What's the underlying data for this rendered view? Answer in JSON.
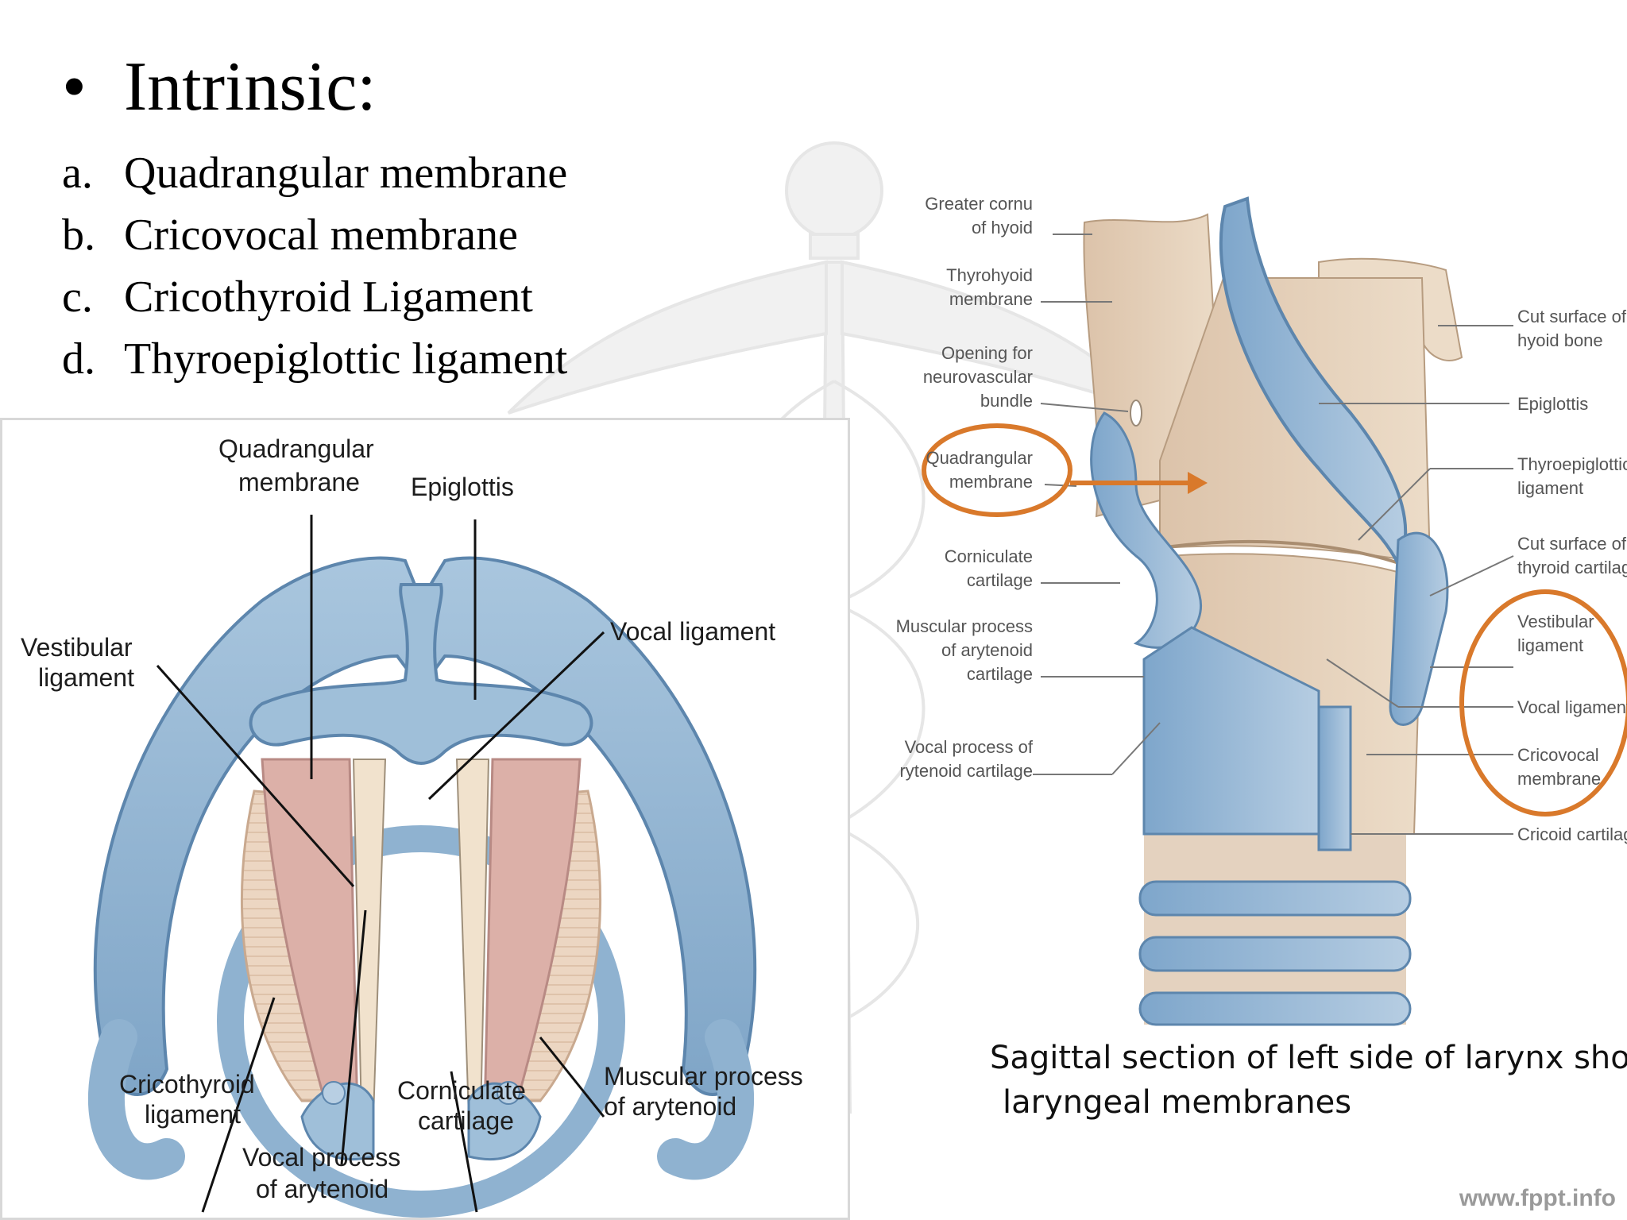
{
  "title": {
    "bullet": "•",
    "text": "Intrinsic:"
  },
  "list": [
    {
      "marker": "a.",
      "text": "Quadrangular membrane"
    },
    {
      "marker": "b.",
      "text": "Cricovocal membrane"
    },
    {
      "marker": "c.",
      "text": "Cricothyroid Ligament"
    },
    {
      "marker": "d.",
      "text": "Thyroepiglottic ligament"
    }
  ],
  "left_figure": {
    "labels": {
      "quadrangular_1": "Quadrangular",
      "quadrangular_2": "membrane",
      "epiglottis": "Epiglottis",
      "vocal_ligament": "Vocal ligament",
      "vestibular_1": "Vestibular",
      "vestibular_2": "ligament",
      "cricothyroid_1": "Cricothyroid",
      "cricothyroid_2": "ligament",
      "vocal_process_1": "Vocal process",
      "vocal_process_2": "of arytenoid",
      "corniculate_1": "Corniculate",
      "corniculate_2": "cartilage",
      "muscular_1": "Muscular process",
      "muscular_2": "of arytenoid"
    }
  },
  "right_figure": {
    "labels_left": [
      [
        "Greater cornu",
        "of hyoid"
      ],
      [
        "Thyrohyoid",
        "membrane"
      ],
      [
        "Opening for",
        "neurovascular",
        "bundle"
      ],
      [
        "Quadrangular",
        "membrane"
      ],
      [
        "Corniculate",
        "cartilage"
      ],
      [
        "Muscular process",
        "of arytenoid",
        "cartilage"
      ],
      [
        "Vocal process of",
        "rytenoid cartilage"
      ]
    ],
    "labels_right": [
      [
        "Cut surface of",
        "hyoid bone"
      ],
      [
        "Epiglottis"
      ],
      [
        "Thyroepiglottic",
        "ligament"
      ],
      [
        "Cut surface of",
        "thyroid cartilage"
      ],
      [
        "Vestibular",
        "ligament"
      ],
      [
        "Vocal ligament"
      ],
      [
        "Cricovocal",
        "membrane"
      ],
      [
        "Cricoid cartilage"
      ]
    ],
    "highlight_color": "#d9792b"
  },
  "caption": {
    "line1": "Sagittal section of left side of larynx showing",
    "line2": "laryngeal membranes"
  },
  "footer": "www.fppt.info",
  "colors": {
    "cartilage": "#9dbbd6",
    "cartilage_dark": "#6f97bd",
    "membrane": "#e8cdb3",
    "muscle": "#d8b0a6"
  }
}
